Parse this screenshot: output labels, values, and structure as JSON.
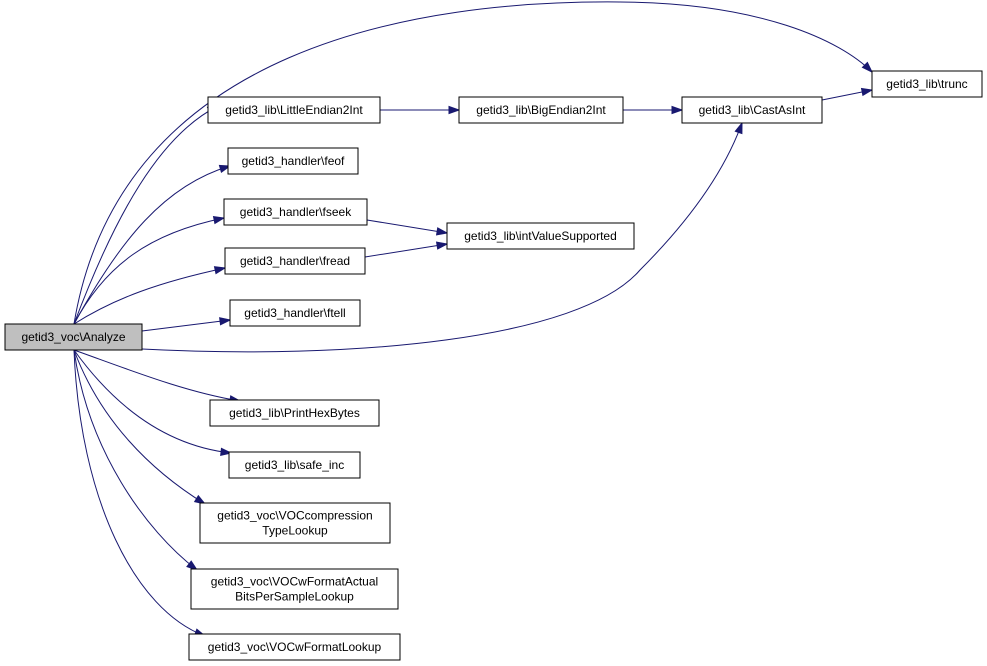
{
  "diagram": {
    "nodes": [
      {
        "id": "analyze",
        "lines": [
          "getid3_voc\\Analyze"
        ],
        "fill": "#bfbfbf"
      },
      {
        "id": "trunc",
        "lines": [
          "getid3_lib\\trunc"
        ],
        "fill": "#ffffff"
      },
      {
        "id": "little_endian",
        "lines": [
          "getid3_lib\\LittleEndian2Int"
        ],
        "fill": "#ffffff"
      },
      {
        "id": "big_endian",
        "lines": [
          "getid3_lib\\BigEndian2Int"
        ],
        "fill": "#ffffff"
      },
      {
        "id": "cast_as_int",
        "lines": [
          "getid3_lib\\CastAsInt"
        ],
        "fill": "#ffffff"
      },
      {
        "id": "feof",
        "lines": [
          "getid3_handler\\feof"
        ],
        "fill": "#ffffff"
      },
      {
        "id": "fseek",
        "lines": [
          "getid3_handler\\fseek"
        ],
        "fill": "#ffffff"
      },
      {
        "id": "int_value_supported",
        "lines": [
          "getid3_lib\\intValueSupported"
        ],
        "fill": "#ffffff"
      },
      {
        "id": "fread",
        "lines": [
          "getid3_handler\\fread"
        ],
        "fill": "#ffffff"
      },
      {
        "id": "ftell",
        "lines": [
          "getid3_handler\\ftell"
        ],
        "fill": "#ffffff"
      },
      {
        "id": "print_hex_bytes",
        "lines": [
          "getid3_lib\\PrintHexBytes"
        ],
        "fill": "#ffffff"
      },
      {
        "id": "safe_inc",
        "lines": [
          "getid3_lib\\safe_inc"
        ],
        "fill": "#ffffff"
      },
      {
        "id": "voc_compression",
        "lines": [
          "getid3_voc\\VOCcompression",
          "TypeLookup"
        ],
        "fill": "#ffffff"
      },
      {
        "id": "voc_wformat_actual",
        "lines": [
          "getid3_voc\\VOCwFormatActual",
          "BitsPerSampleLookup"
        ],
        "fill": "#ffffff"
      },
      {
        "id": "voc_wformat_lookup",
        "lines": [
          "getid3_voc\\VOCwFormatLookup"
        ],
        "fill": "#ffffff"
      }
    ],
    "edges": [
      {
        "from": "analyze",
        "to": "trunc"
      },
      {
        "from": "analyze",
        "to": "little_endian"
      },
      {
        "from": "analyze",
        "to": "feof"
      },
      {
        "from": "analyze",
        "to": "fseek"
      },
      {
        "from": "analyze",
        "to": "fread"
      },
      {
        "from": "analyze",
        "to": "ftell"
      },
      {
        "from": "analyze",
        "to": "cast_as_int"
      },
      {
        "from": "analyze",
        "to": "print_hex_bytes"
      },
      {
        "from": "analyze",
        "to": "safe_inc"
      },
      {
        "from": "analyze",
        "to": "voc_compression"
      },
      {
        "from": "analyze",
        "to": "voc_wformat_actual"
      },
      {
        "from": "analyze",
        "to": "voc_wformat_lookup"
      },
      {
        "from": "little_endian",
        "to": "big_endian"
      },
      {
        "from": "big_endian",
        "to": "cast_as_int"
      },
      {
        "from": "cast_as_int",
        "to": "trunc"
      },
      {
        "from": "fseek",
        "to": "int_value_supported"
      },
      {
        "from": "fread",
        "to": "int_value_supported"
      }
    ],
    "edge_color": "#191970"
  }
}
